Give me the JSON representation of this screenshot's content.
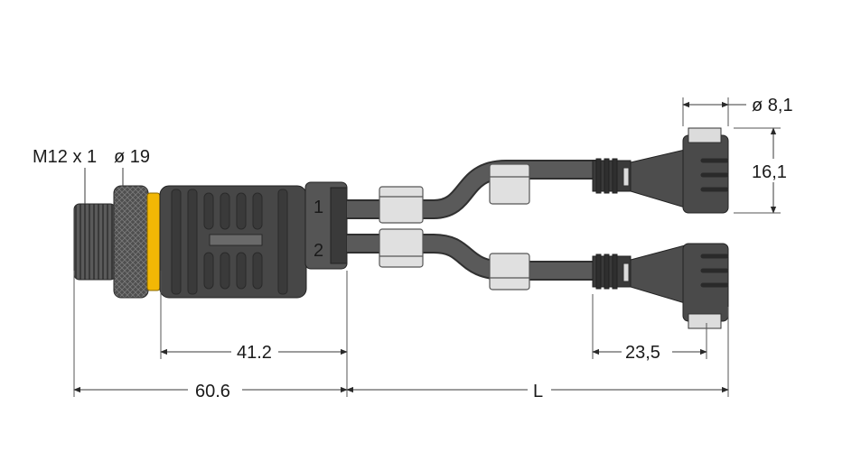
{
  "labels": {
    "thread": "M12 x 1",
    "nut_diameter": "ø 19",
    "socket_diameter": "ø 8,1",
    "socket_height": "16,1",
    "branch_1": "1",
    "branch_2": "2",
    "socket_offset": "23,5",
    "length_41": "41.2",
    "length_60": "60.6",
    "cable_length": "L"
  },
  "colors": {
    "body": "#4a4a4a",
    "body_dark": "#2c2c2c",
    "body_light": "#707070",
    "cable": "#555555",
    "nut_ring": "#f2b705",
    "clip": "#d9d9d9"
  }
}
